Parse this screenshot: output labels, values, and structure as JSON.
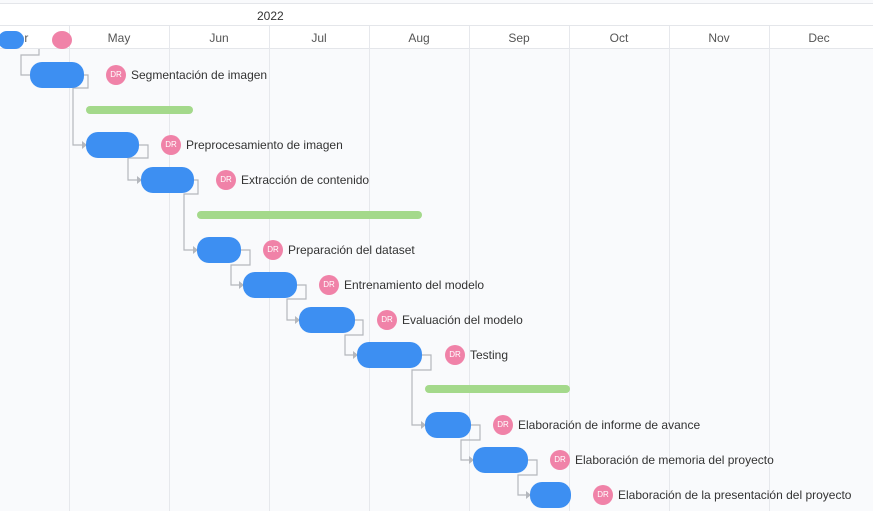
{
  "timeline": {
    "year": "2022",
    "months": [
      "Apr",
      "May",
      "Jun",
      "Jul",
      "Aug",
      "Sep",
      "Oct",
      "Nov",
      "Dec"
    ]
  },
  "colors": {
    "task_bar": "#3d8ff2",
    "summary_bar": "#a4d98b",
    "avatar": "#f082a8",
    "link": "#b4b7bd"
  },
  "tasks": [
    {
      "name": "Segmentación de imagen",
      "assignee": "DR"
    },
    {
      "name": "Preprocesamiento de imagen",
      "assignee": "DR"
    },
    {
      "name": "Extracción de contenido",
      "assignee": "DR"
    },
    {
      "name": "Preparación del dataset",
      "assignee": "DR"
    },
    {
      "name": "Entrenamiento del modelo",
      "assignee": "DR"
    },
    {
      "name": "Evaluación del modelo",
      "assignee": "DR"
    },
    {
      "name": "Testing",
      "assignee": "DR"
    },
    {
      "name": "Elaboración de informe de avance",
      "assignee": "DR"
    },
    {
      "name": "Elaboración de memoria del proyecto",
      "assignee": "DR"
    },
    {
      "name": "Elaboración de la presentación del proyecto",
      "assignee": "DR"
    }
  ]
}
